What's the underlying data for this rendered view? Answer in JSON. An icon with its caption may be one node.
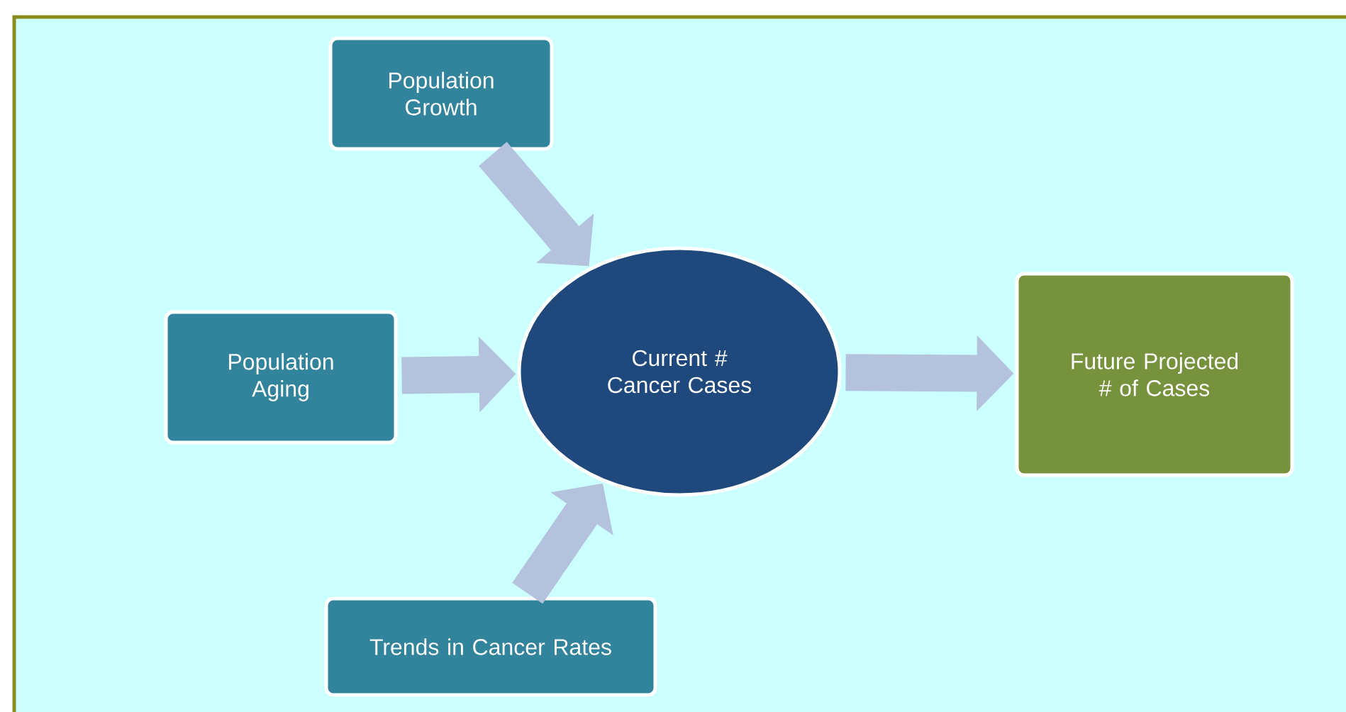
{
  "diagram": {
    "nodes": [
      {
        "text": [
          "Population Growth"
        ]
      },
      {
        "text": [
          "Population Aging"
        ]
      },
      {
        "text": [
          "Current # Cancer Cases"
        ]
      },
      {
        "text": [
          "Future Projected # of Cases"
        ]
      },
      {
        "text": [
          "Trends in Cancer Rates"
        ]
      }
    ],
    "edges": [
      {
        "from": 0,
        "to": 2,
        "arrow": "to"
      },
      {
        "from": 1,
        "to": 2,
        "arrow": "to"
      },
      {
        "from": 4,
        "to": 2,
        "arrow": "to"
      },
      {
        "from": 2,
        "to": 3,
        "arrow": "to"
      }
    ]
  }
}
